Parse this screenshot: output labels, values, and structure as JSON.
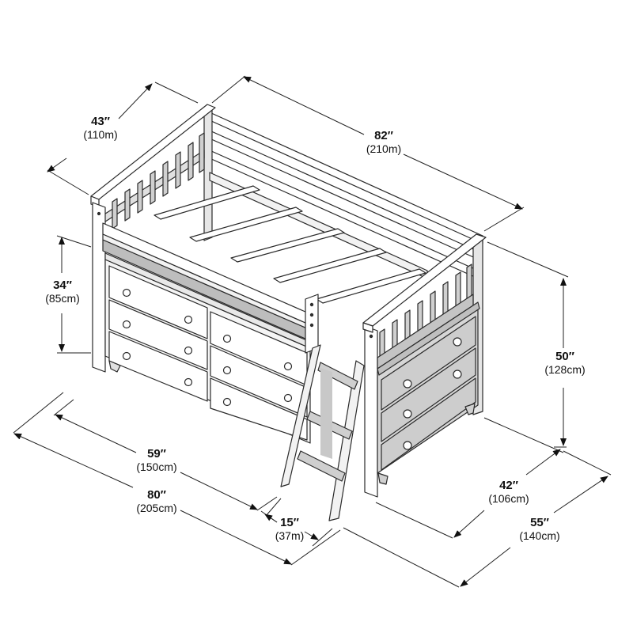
{
  "diagram": {
    "subject": "Low loft bed with dresser drawers, chest and ladder",
    "colors": {
      "line": "#2a2a2a",
      "panel": "#ffffff",
      "shade": "#d9d9d9",
      "dark_shade": "#a8a8a8",
      "text": "#111111"
    },
    "dimensions": {
      "bed_width": {
        "imperial": "43″",
        "metric": "(110m)"
      },
      "bed_length": {
        "imperial": "82″",
        "metric": "(210m)"
      },
      "under_clearance": {
        "imperial": "34″",
        "metric": "(85cm)"
      },
      "total_height": {
        "imperial": "50″",
        "metric": "(128cm)"
      },
      "dresser_length": {
        "imperial": "59″",
        "metric": "(150cm)"
      },
      "total_length": {
        "imperial": "80″",
        "metric": "(205cm)"
      },
      "ladder_depth": {
        "imperial": "15″",
        "metric": "(37m)"
      },
      "chest_depth": {
        "imperial": "42″",
        "metric": "(106cm)"
      },
      "total_depth": {
        "imperial": "55″",
        "metric": "(140cm)"
      }
    },
    "components": {
      "dresser_drawers": 6,
      "chest_drawers": 3,
      "ladder_rungs": 3,
      "bed_slats": 5,
      "headboard_spindles": 8,
      "footboard_spindles": 8
    }
  }
}
